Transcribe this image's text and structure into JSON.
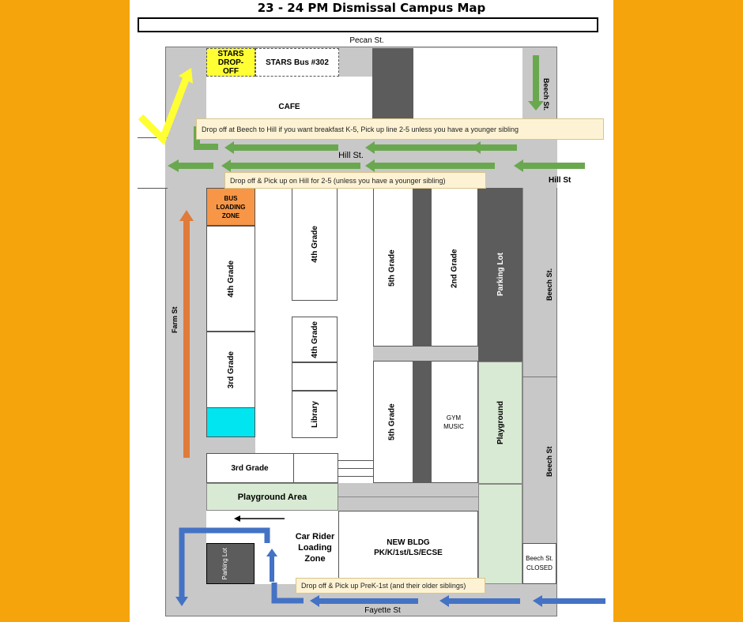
{
  "title": "23 - 24 PM Dismissal Campus Map",
  "streets": {
    "pecan": "Pecan St.",
    "hill_center": "Hill St.",
    "hill_right": "Hill St",
    "beech_top": "Beech St.",
    "beech_mid": "Beech St.",
    "beech_low": "Beech St",
    "farm": "Farm St",
    "fayette": "Fayette St",
    "beech_closed": "Beech St. CLOSED"
  },
  "areas": {
    "stars_dropoff": "STARS DROP-OFF",
    "stars_bus": "STARS Bus #302",
    "cafe": "CAFE",
    "bus_zone": "BUS LOADING ZONE",
    "grade4_left": "4th Grade",
    "grade3_left": "3rd Grade",
    "grade3_bottom": "3rd Grade",
    "grade4_center_top": "4th Grade",
    "grade4_center_mid": "4th Grade",
    "library": "Library",
    "grade5_top": "5th Grade",
    "grade5_bottom": "5th Grade",
    "grade2": "2nd Grade",
    "parking_lot_right": "Parking Lot",
    "gym_music": "GYM MUSIC",
    "playground": "Playground",
    "playground_area": "Playground Area",
    "car_rider": "Car Rider Loading Zone",
    "new_bldg": "NEW BLDG PK/K/1st/LS/ECSE",
    "parking_lot_left": "Parking Lot"
  },
  "notes": {
    "beech_to_hill": "Drop off at Beech to Hill if you want breakfast K-5, Pick up line 2-5 unless you have a younger sibling",
    "hill": "Drop off & Pick up on Hill for 2-5 (unless you have a younger sibling)",
    "fayette": "Drop off & Pick up PreK-1st (and their older siblings)"
  },
  "colors": {
    "background": "#f5a40c",
    "green_arrow": "#6aa84f",
    "blue_arrow": "#4472c4",
    "orange_arrow": "#e07b39",
    "yellow_arrow": "#ffff33",
    "stars_yellow": "#ffff33",
    "bus_orange": "#f79646",
    "cyan_block": "#00e5ef"
  }
}
